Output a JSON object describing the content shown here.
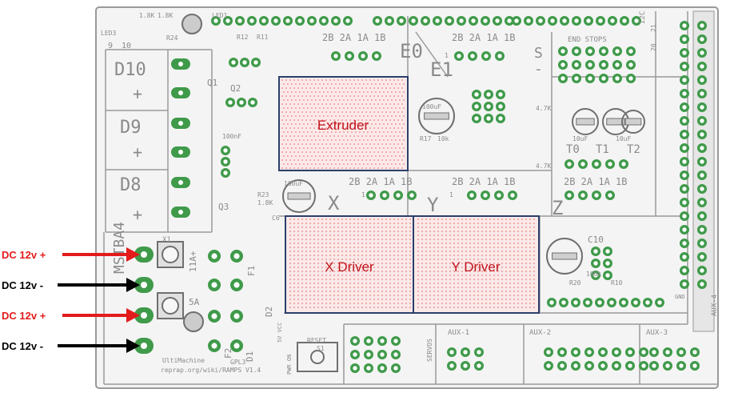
{
  "colors": {
    "board_fill": "#f4f4f4",
    "board_line": "#9a9a9a",
    "pad_green": "#3f9a4a",
    "pad_hole": "#ffffff",
    "driver_outline": "#2b3f6b",
    "driver_dots": "#e06060",
    "driver_fill": "#fbe9e9",
    "driver_text": "#c0141c",
    "arrow_red": "#e31b1b",
    "arrow_black": "#000000"
  },
  "overlays": {
    "extruder": "Extruder",
    "x_driver": "X Driver",
    "y_driver": "Y Driver"
  },
  "power_labels": [
    "DC 12v +",
    "DC 12v -",
    "DC 12v +",
    "DC 12v -"
  ],
  "silkscreen": {
    "d10": "D10",
    "d9": "D9",
    "d8": "D8",
    "plus": "+",
    "minus": "-",
    "e0": "E0",
    "e1": "E1",
    "x": "X",
    "y": "Y",
    "z": "Z",
    "coil_labels": "2B 2A 1A 1B",
    "q1": "Q1",
    "q2": "Q2",
    "q3": "Q3",
    "led1": "LED1",
    "led3": "LED3",
    "r12": "R12",
    "r11": "R11",
    "r24": "R24",
    "r_1k8a": "1.8K",
    "r_1k8b": "1.8K",
    "nine": "9",
    "ten": "10",
    "end_stops": "END STOPS",
    "s": "S",
    "i2c": "I2C",
    "t0": "T0",
    "t1": "T1",
    "t2": "T2",
    "c100uf": "100uF",
    "c10uf_a": "10uF",
    "c10uf_b": "10uF",
    "c6": "C6",
    "c10": "C10",
    "r23": "R23",
    "r23_val": "1.8K",
    "c100nf": "100nF",
    "r17": "R17",
    "r17_val": "10k",
    "r20": "R20",
    "r10": "R10",
    "k100": "100k",
    "k47a": "4.7K",
    "k47b": "4.7K",
    "x1": "X1",
    "a11": "11A+",
    "a5": "5A",
    "f1": "F1",
    "f2": "F2",
    "d1": "D1",
    "d2": "D2",
    "v5": "5V VCC",
    "reset": "RESET",
    "s1": "S1",
    "servos": "SERVOS",
    "aux1": "AUX-1",
    "aux2": "AUX-2",
    "aux3": "AUX-3",
    "aux4": "AUX-4",
    "gnd": "GND",
    "pwr_on": "PWR ON",
    "gpl3": "GPL3",
    "ultimachine": "UltiMachine",
    "reprap": "reprap.org/wiki/RAMPS V1.4",
    "mstb": "MSTBA4",
    "pin_20": "20",
    "pin_21": "21",
    "pin_1": "1"
  }
}
